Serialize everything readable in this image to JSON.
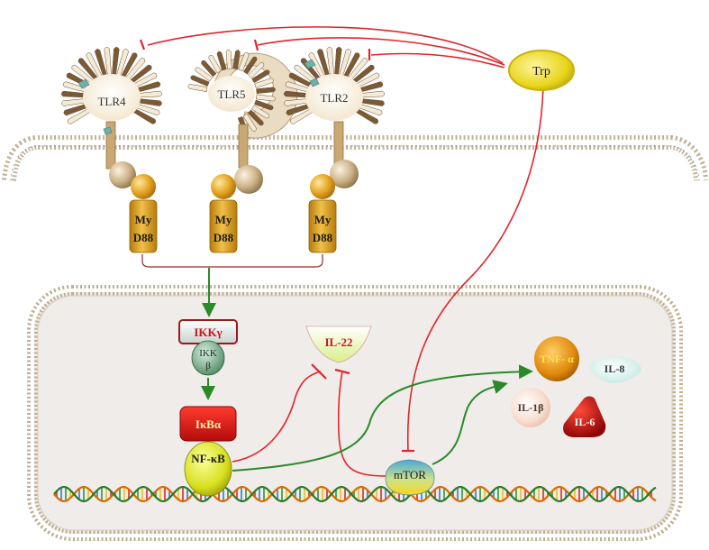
{
  "receptors": {
    "tlr4": "TLR4",
    "tlr5": "TLR5",
    "tlr2": "TLR2"
  },
  "adaptor": {
    "line1": "My",
    "line2": "D88"
  },
  "molecules": {
    "trp": "Trp",
    "ikk_gamma": "IKKγ",
    "ikk_beta_top": "IKK",
    "ikk_beta_bottom": "β",
    "ikb_alpha": "IκBα",
    "nfkb": "NF-κB",
    "il22": "IL-22",
    "mtor": "mTOR",
    "tnf_alpha": "TNF- α",
    "il8": "IL-8",
    "il1b": "IL-1β",
    "il6": "IL-6"
  },
  "colors": {
    "inhibition": "#e0262b",
    "activation": "#2a8a2a",
    "membrane": "#b9a98f",
    "cell_fill": "#efebe8",
    "receptor": "#c9a873",
    "myd88": "#e2a31f",
    "ikk_gamma_text": "#c8161d",
    "trp_fill": "#e8d51a",
    "nfkb_fill": "#d8e020"
  },
  "icons": {
    "dna": "dna-double-helix",
    "membrane": "lipid-bilayer"
  }
}
